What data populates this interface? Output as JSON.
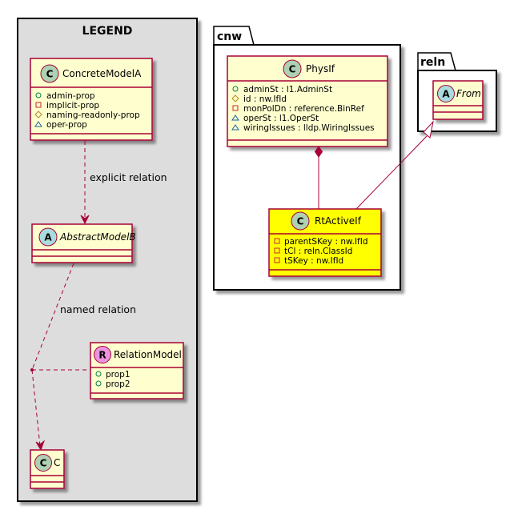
{
  "legend": {
    "title": "LEGEND",
    "concrete": {
      "name": "ConcreteModelA",
      "glyph": "C",
      "attributes": [
        {
          "vis": "public",
          "text": "admin-prop"
        },
        {
          "vis": "private",
          "text": "implicit-prop"
        },
        {
          "vis": "protected",
          "text": "naming-readonly-prop"
        },
        {
          "vis": "package",
          "text": "oper-prop"
        }
      ]
    },
    "abstract": {
      "name": "AbstractModelB",
      "glyph": "A"
    },
    "relation_model": {
      "name": "RelationModel",
      "glyph": "R",
      "attributes": [
        {
          "vis": "public",
          "text": "prop1"
        },
        {
          "vis": "public",
          "text": "prop2"
        }
      ]
    },
    "c_class": {
      "name": "C",
      "glyph": "C"
    },
    "explicit_label": "explicit relation",
    "named_label": "named relation"
  },
  "cnw": {
    "title": "cnw",
    "physif": {
      "name": "PhysIf",
      "glyph": "C",
      "attributes": [
        {
          "vis": "public",
          "text": "adminSt : l1.AdminSt"
        },
        {
          "vis": "protected",
          "text": "id : nw.IfId"
        },
        {
          "vis": "private",
          "text": "monPolDn : reference.BinRef"
        },
        {
          "vis": "package",
          "text": "operSt : l1.OperSt"
        },
        {
          "vis": "package",
          "text": "wiringIssues : lldp.WiringIssues"
        }
      ]
    },
    "rtactiveif": {
      "name": "RtActiveIf",
      "glyph": "C",
      "attributes": [
        {
          "vis": "private",
          "text": "parentSKey : nw.IfId"
        },
        {
          "vis": "private",
          "text": "tCl : reln.ClassId"
        },
        {
          "vis": "private",
          "text": "tSKey : nw.IfId"
        }
      ]
    }
  },
  "reln": {
    "title": "reln",
    "from": {
      "name": "From",
      "glyph": "A"
    }
  },
  "colors": {
    "class_fill": "#FEFECE",
    "class_border": "#A80036",
    "highlight_fill": "#FFFF00",
    "legend_bg": "#DDDDDD",
    "glyph_class": "#ADD1B2",
    "glyph_abstract": "#A9DCDF",
    "glyph_relation": "#EB93DF",
    "shadow": "#B4B4B4"
  }
}
